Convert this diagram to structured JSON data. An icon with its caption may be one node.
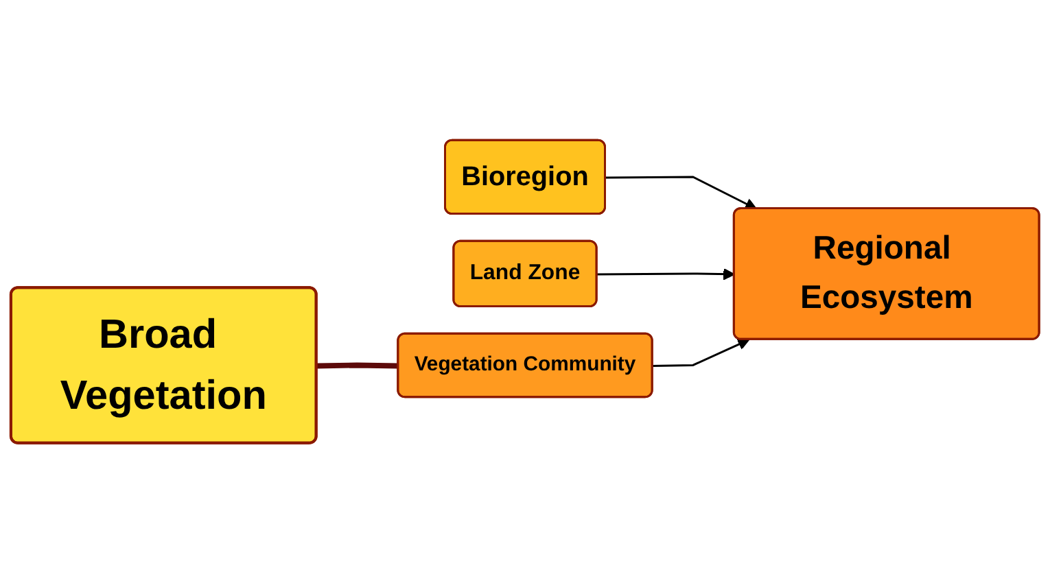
{
  "diagram": {
    "nodes": [
      {
        "text": [
          "Broad Vegetation"
        ]
      },
      {
        "text": [
          "Bioregion"
        ]
      },
      {
        "text": [
          "Land Zone"
        ]
      },
      {
        "text": [
          "Vegetation Community"
        ]
      },
      {
        "text": [
          "Regional Ecosystem"
        ]
      }
    ],
    "edges": [
      {
        "from": 0,
        "to": 3,
        "arrow": "none",
        "style": "thick",
        "color": "#5c0a0a"
      },
      {
        "from": 1,
        "to": 4,
        "arrow": "to"
      },
      {
        "from": 2,
        "to": 4,
        "arrow": "to"
      },
      {
        "from": 3,
        "to": 4,
        "arrow": "to"
      }
    ]
  }
}
